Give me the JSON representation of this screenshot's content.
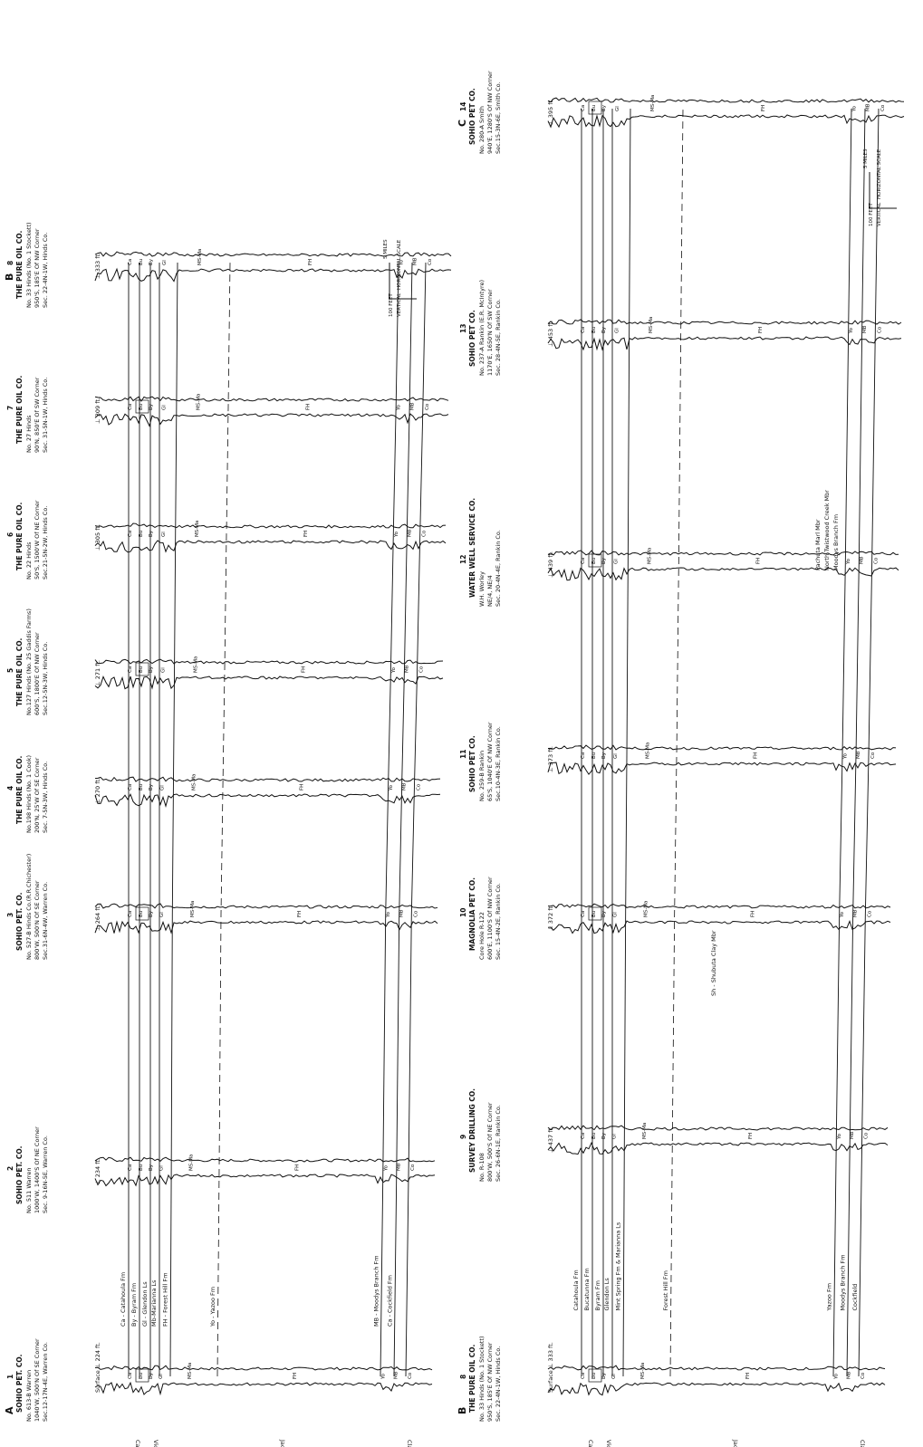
{
  "sections": [
    {
      "id": "A-B",
      "start_letter": "A",
      "end_letter": "B",
      "wells": [
        {
          "number": "1",
          "company": "SOHIO PET. CO.",
          "line1": "No. 613-B Warren",
          "line2": "1040'W, 500'N Of SE Corner",
          "line3": "Sec.12-17N-4E, Warren Co.",
          "elevation": "Surface ⊥ 224 ft."
        },
        {
          "number": "2",
          "company": "SOHIO PET. CO.",
          "line1": "No. 511 Warren",
          "line2": "1000'W, 1400'S Of NE Corner",
          "line3": "Sec. 9-16N-5E, Warren Co.",
          "elevation": "⊥ 234 ft."
        },
        {
          "number": "3",
          "company": "SOHIO PET. CO.",
          "line1": "No. 527-B Hinds Co.(R.R.Chichester)",
          "line2": "800'W, 500'N Of SE Corner",
          "line3": "Sec.31-6N-4W, Warren Co.",
          "elevation": "⊥ 264 ft."
        },
        {
          "number": "4",
          "company": "THE PURE OIL CO.",
          "line1": "No.198 Hinds (No. 1 Cook)",
          "line2": "200'N, 25'W Of SE Corner",
          "line3": "Sec. 7-5N-3W, Hinds Co.",
          "elevation": "⊥ 270 ft."
        },
        {
          "number": "5",
          "company": "THE PURE OIL CO.",
          "line1": "No.127 Hinds (No. 25 Gaddis Farms)",
          "line2": "600'S, 1800'E Of NW Corner",
          "line3": "Sec.12-5N-3W, Hinds Co.",
          "elevation": "⊥ 271 ft."
        },
        {
          "number": "6",
          "company": "THE PURE OIL CO.",
          "line1": "No. 22 Hinds",
          "line2": "50'S, 1500'W Of NE Corner",
          "line3": "Sec.21-5N-2W, Hinds Co.",
          "elevation": "⊥ 305 ft."
        },
        {
          "number": "7",
          "company": "THE PURE OIL CO.",
          "line1": "No. 27 Hinds",
          "line2": "90'N, 850'E Of SW Corner",
          "line3": "Sec. 31-5N-1W, Hinds Co.",
          "elevation": "⊥ 309 ft."
        },
        {
          "number": "8",
          "company": "THE PURE OIL CO.",
          "line1": "No. 33 Hinds (No. 1 Stockett)",
          "line2": "950'S, 185'E Of NW Corner",
          "line3": "Sec. 22-4N-1W, Hinds Co.",
          "elevation": "⊥ 333 ft."
        }
      ],
      "formations": [
        "Ca - Catahoula Fm",
        "By - Byram Fm",
        "Gl - Glendon Ls",
        "Mb-Marianna Ls",
        "FH - Forest Hill Fm",
        "Yo - Yazoo Fm",
        "MB - Moodys Branch Fm",
        "Ca - Cockfield Fm"
      ],
      "groups": [
        "Catahoula Fm",
        "Vicksburg Group",
        "Jackson Group",
        "Claiborne Group"
      ]
    },
    {
      "id": "B-C",
      "start_letter": "B",
      "end_letter": "C",
      "wells": [
        {
          "number": "8",
          "company": "THE PURE OIL CO.",
          "line1": "No. 33 Hinds (No. 1 Stockett)",
          "line2": "950'S, 185'E Of NW Corner",
          "line3": "Sec. 22-4N-1W, Hinds Co.",
          "elevation": "Surface ⊥ 333 ft."
        },
        {
          "number": "9",
          "company": "SURVEY DRILLING CO.",
          "line1": "No. R-108",
          "line2": "800'W, 500'S Of NE Corner",
          "line3": "Sec. 26-6N-1E, Rankin Co.",
          "elevation": "⊥ 437 ft."
        },
        {
          "number": "10",
          "company": "MAGNOLIA PET CO.",
          "line1": "Core Hole R-122",
          "line2": "600'E, 1100'S Of NW Corner",
          "line3": "Sec. 15-4N-2E, Rankin Co.",
          "elevation": "⊥ 372 ft."
        },
        {
          "number": "11",
          "company": "SOHIO PET CO.",
          "line1": "No. 259-B Rankin",
          "line2": "65'S, 1040'E Of NW Corner",
          "line3": "Sec.10-4N-3E, Rankin Co.",
          "elevation": "⊥ 373 ft."
        },
        {
          "number": "12",
          "company": "WATER WELL SERVICE CO.",
          "line1": "W.H. Worley",
          "line2": "NE/4, NE/4",
          "line3": "Sec. 20-4N-4E, Rankin Co.",
          "elevation": "⊥ 439 ft."
        },
        {
          "number": "13",
          "company": "SOHIO PET CO.",
          "line1": "No. 237-A Rankin (E.R. McIntyre)",
          "line2": "1170'E, 1650'N Of SW Corner",
          "line3": "Sec. 28-4N-5E, Rankin Co.",
          "elevation": "⊥ 453 ft."
        },
        {
          "number": "14",
          "company": "SOHIO PET CO.",
          "line1": "No. 280-A Smith",
          "line2": "940'E, 1280'S Of NW Corner",
          "line3": "Sec.15-3N-6E, Smith Co.",
          "elevation": "⊥ 395 ft."
        }
      ],
      "formations": [
        "Catahoula Fm",
        "Bucatunna Fm",
        "Byram Fm",
        "Glendon Ls",
        "Mint Spring Fm & Marianna Ls",
        "Forest Hill Fm",
        "Yazoo Fm",
        "Moodys Branch Fm",
        "Cockfield"
      ],
      "groups": [
        "Catahoula Fm",
        "Vicksburg Group",
        "Jackson Group",
        "Claiborne Group"
      ],
      "notes": [
        "Sh - Shubuta Clay Mbr",
        "Pachuta Marl Mbr",
        "North Twistwood Creek Mbr",
        "Moodys Branch Fm"
      ]
    }
  ],
  "scales": {
    "vertical_label": "VERTICAL",
    "vertical_value": "100 FEET",
    "horizontal_label": "HORIZONTAL SCALE",
    "horizontal_value": "5 MILES"
  },
  "abbrev": [
    "Ca",
    "Bu",
    "By",
    "Gl",
    "MS-Ma",
    "FH",
    "Yo",
    "MB",
    "Co"
  ]
}
